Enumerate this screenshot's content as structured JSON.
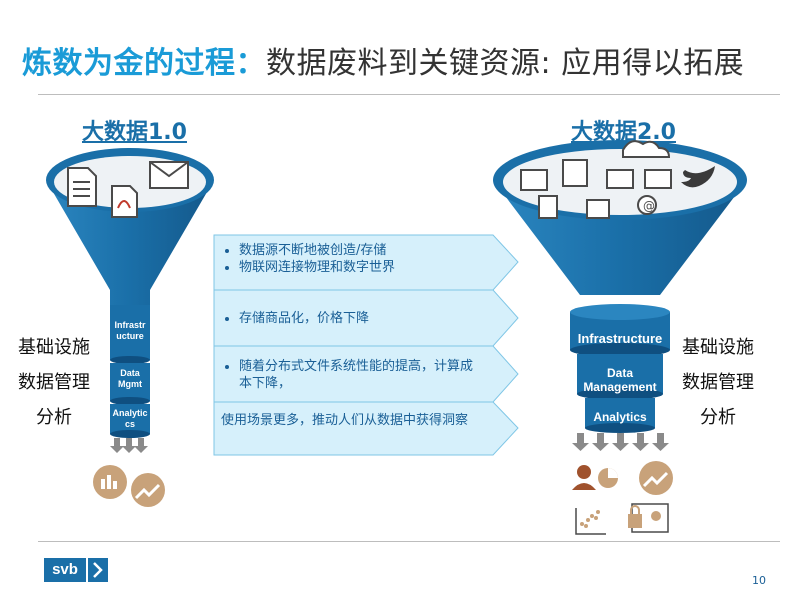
{
  "title": {
    "accent": "炼数为金的过程：",
    "rest": "数据废料到关键资源: 应用得以拓展"
  },
  "left": {
    "heading": "大数据1.0",
    "labels": [
      "基础设施",
      "数据管理",
      "分析"
    ],
    "layers": [
      "Infrastr\nucture",
      "Data\nMgmt",
      "Analytic\ncs"
    ]
  },
  "right": {
    "heading": "大数据2.0",
    "labels": [
      "基础设施",
      "数据管理",
      "分析"
    ],
    "layers": [
      "Infrastructure",
      "Data\nManagement",
      "Analytics"
    ]
  },
  "arrows": [
    {
      "bullets": [
        "数据源不断地被创造/存储",
        "物联网连接物理和数字世界"
      ]
    },
    {
      "bullets": [
        "存储商品化，价格下降"
      ]
    },
    {
      "bullets": [
        "随着分布式文件系统性能的提高，计算成本下降，"
      ]
    },
    {
      "text": "使用场景更多，推动人们从数据中获得洞察"
    }
  ],
  "logo": {
    "text": "svb"
  },
  "page_number": "10",
  "colors": {
    "accent": "#1a9bd7",
    "funnel": "#1a6fa8",
    "funnel_dark": "#0f4f80",
    "arrow_fill": "#d6f0fb",
    "arrow_stroke": "#7fc6e6"
  }
}
